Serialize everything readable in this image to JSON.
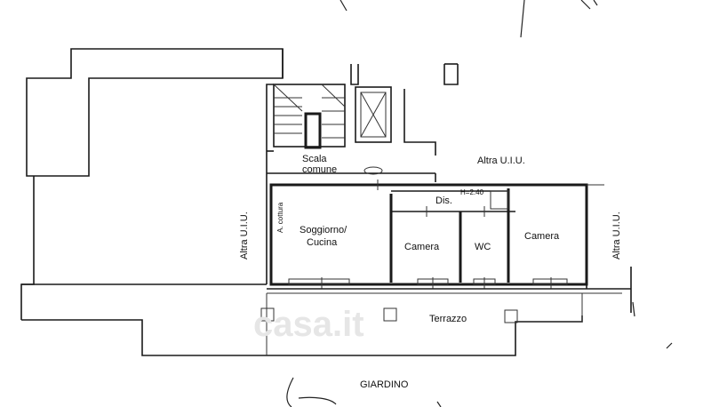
{
  "rooms": {
    "scala_line1": "Scala",
    "scala_line2": "comune",
    "altra_top": "Altra U.I.U.",
    "altra_left": "Altra U.I.U.",
    "altra_right": "Altra U.I.U.",
    "a_cottura": "A. cottura",
    "soggiorno_line1": "Soggiorno/",
    "soggiorno_line2": "Cucina",
    "dis": "Dis.",
    "height": "H=2.40",
    "camera_left": "Camera",
    "wc": "WC",
    "camera_right": "Camera",
    "terrazzo": "Terrazzo",
    "giardino": "GIARDINO"
  },
  "watermark": "casa.it"
}
